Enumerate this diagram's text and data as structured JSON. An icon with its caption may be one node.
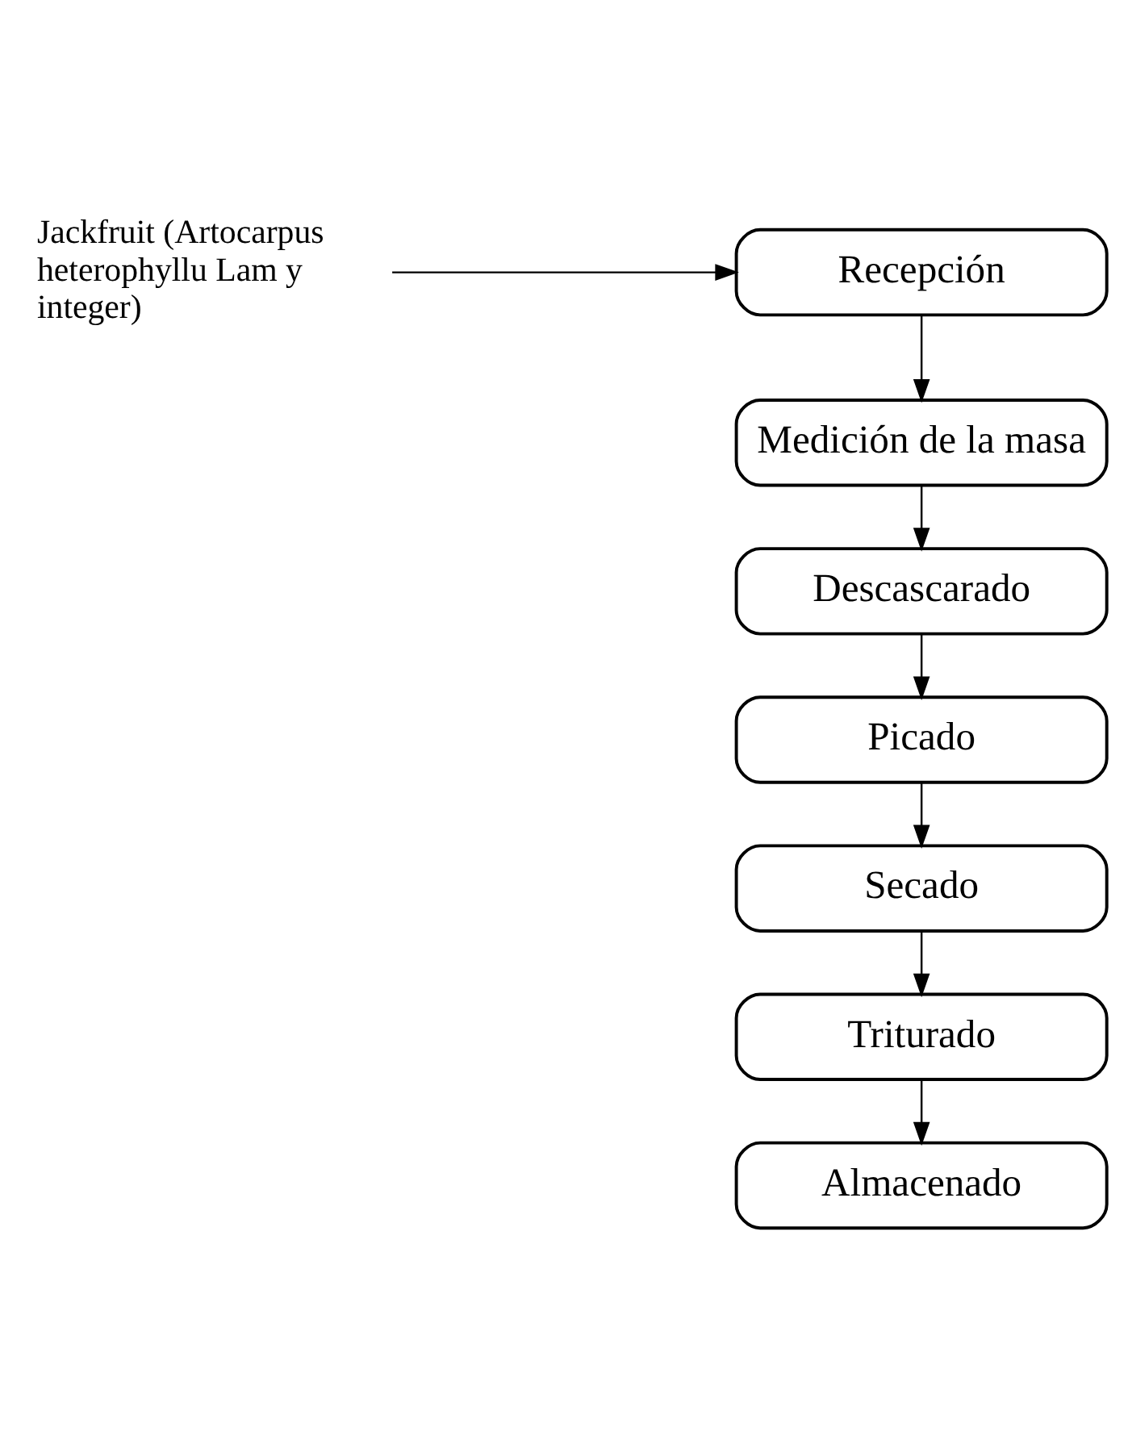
{
  "diagram": {
    "nodes": [
      {
        "text": [
          "Jackfruit (Artocarpus heterophyllu Lam y integer)"
        ]
      },
      {
        "text": [
          "Recepción"
        ]
      },
      {
        "text": [
          "Medición de la masa"
        ]
      },
      {
        "text": [
          "Descascarado"
        ]
      },
      {
        "text": [
          "Picado"
        ]
      },
      {
        "text": [
          "Secado"
        ]
      },
      {
        "text": [
          "Triturado"
        ]
      },
      {
        "text": [
          "Almacenado"
        ]
      }
    ],
    "edges": [
      {
        "from": 0,
        "to": 1,
        "arrow": "to"
      },
      {
        "from": 1,
        "to": 2,
        "arrow": "to"
      },
      {
        "from": 2,
        "to": 3,
        "arrow": "to"
      },
      {
        "from": 3,
        "to": 4,
        "arrow": "to"
      },
      {
        "from": 4,
        "to": 5,
        "arrow": "to"
      },
      {
        "from": 5,
        "to": 6,
        "arrow": "to"
      },
      {
        "from": 6,
        "to": 7,
        "arrow": "to"
      }
    ]
  }
}
